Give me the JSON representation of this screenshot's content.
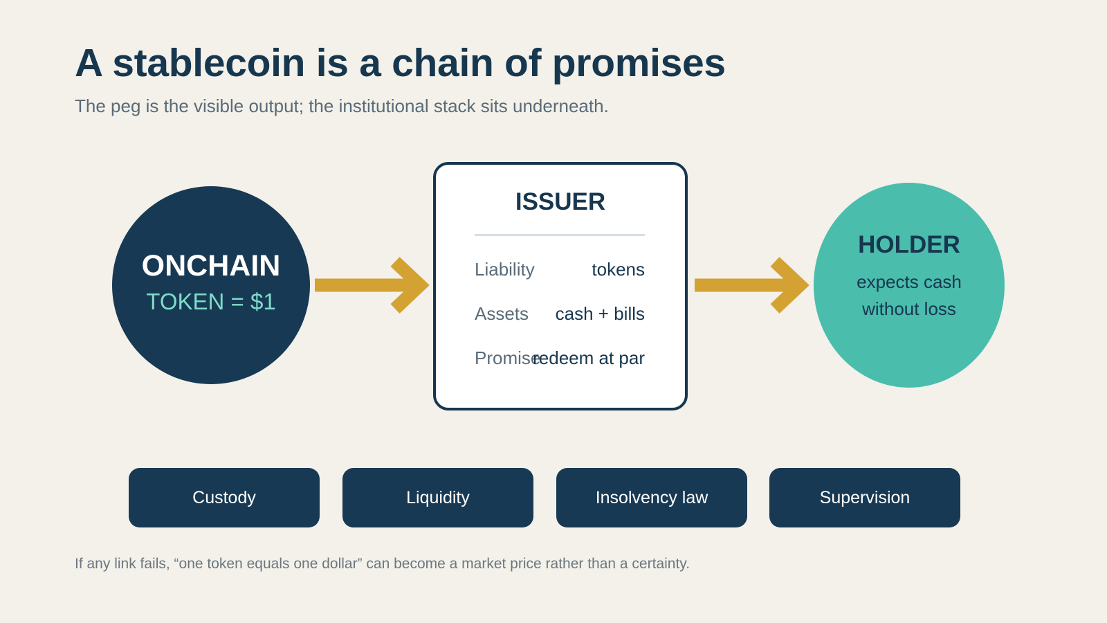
{
  "title": "A stablecoin is a chain of promises",
  "subtitle": "The peg is the visible output; the institutional stack sits underneath.",
  "onchain": {
    "label": "ONCHAIN",
    "token": "TOKEN = $1"
  },
  "issuer": {
    "title": "ISSUER",
    "rows": [
      {
        "key": "Liability",
        "value": "tokens"
      },
      {
        "key": "Assets",
        "value": "cash + bills"
      },
      {
        "key": "Promise",
        "value": "redeem at par"
      }
    ]
  },
  "holder": {
    "label": "HOLDER",
    "text": "expects cash without loss"
  },
  "foundations": [
    "Custody",
    "Liquidity",
    "Insolvency law",
    "Supervision"
  ],
  "footnote": "If any link fails, “one token equals one dollar” can become a market price rather than a certainty.",
  "colors": {
    "navy": "#183953",
    "teal": "#4abdad",
    "arrow": "#d4a133",
    "background": "#f3f1ea",
    "token_text": "#7fdccb"
  },
  "icons": {
    "arrow_left": "arrow-right-icon",
    "arrow_right": "arrow-right-icon"
  }
}
